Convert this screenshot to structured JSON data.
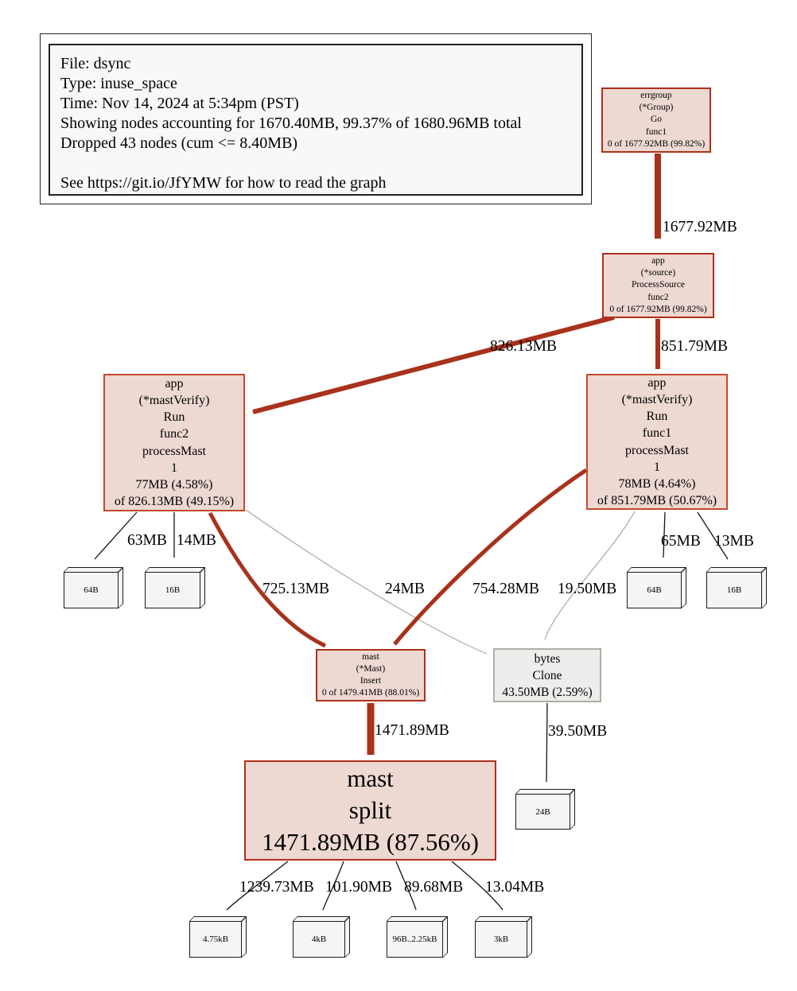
{
  "legend": {
    "file": "File: dsync",
    "type": "Type: inuse_space",
    "time": "Time: Nov 14, 2024 at 5:34pm (PST)",
    "showing": "Showing nodes accounting for 1670.40MB, 99.37% of 1680.96MB total",
    "dropped": "Dropped 43 nodes (cum <= 8.40MB)",
    "see": "See https://git.io/JfYMW for how to read the graph"
  },
  "nodes": {
    "errgroup": {
      "l1": "errgroup",
      "l2": "(*Group)",
      "l3": "Go",
      "l4": "func1",
      "l5": "0 of 1677.92MB (99.82%)"
    },
    "process_source": {
      "l1": "app",
      "l2": "(*source)",
      "l3": "ProcessSource",
      "l4": "func2",
      "l5": "0 of 1677.92MB (99.82%)"
    },
    "mast_verify_left": {
      "l1": "app",
      "l2": "(*mastVerify)",
      "l3": "Run",
      "l4": "func2",
      "l5": "processMast",
      "l6": "1",
      "l7": "77MB (4.58%)",
      "l8": "of 826.13MB (49.15%)"
    },
    "mast_verify_right": {
      "l1": "app",
      "l2": "(*mastVerify)",
      "l3": "Run",
      "l4": "func1",
      "l5": "processMast",
      "l6": "1",
      "l7": "78MB (4.64%)",
      "l8": "of 851.79MB (50.67%)"
    },
    "mast_insert": {
      "l1": "mast",
      "l2": "(*Mast)",
      "l3": "Insert",
      "l4": "0 of 1479.41MB (88.01%)"
    },
    "bytes_clone": {
      "l1": "bytes",
      "l2": "Clone",
      "l3": "43.50MB (2.59%)"
    },
    "mast_split": {
      "l1": "mast",
      "l2": "split",
      "l3": "1471.89MB (87.56%)"
    },
    "leaf_64b_left": "64B",
    "leaf_16b_left": "16B",
    "leaf_64b_right": "64B",
    "leaf_16b_right": "16B",
    "leaf_24b": "24B",
    "leaf_475kb": "4.75kB",
    "leaf_4kb": "4kB",
    "leaf_96b": "96B..2.25kB",
    "leaf_3kb": "3kB"
  },
  "edge_labels": {
    "errgroup_app": "1677.92MB",
    "app_left": "826.13MB",
    "app_right": "851.79MB",
    "left_64b": "63MB",
    "left_16b": "14MB",
    "left_insert": "725.13MB",
    "left_clone": "24MB",
    "right_insert": "754.28MB",
    "right_clone": "19.50MB",
    "right_64b": "65MB",
    "right_16b": "13MB",
    "insert_split": "1471.89MB",
    "clone_24b": "39.50MB",
    "split_475kb": "1239.73MB",
    "split_4kb": "101.90MB",
    "split_96b": "89.68MB",
    "split_3kb": "13.04MB"
  },
  "colors": {
    "hot_fill": "#edd8d2",
    "hot_border": "#b0301c",
    "warm_border": "#c24a2c",
    "red_edge": "#a8321b",
    "gray_fill": "#ededeb",
    "gray_border": "#b2aca4",
    "gray_edge": "#b8b2aa",
    "leaf_fill": "#f5f5f3"
  }
}
